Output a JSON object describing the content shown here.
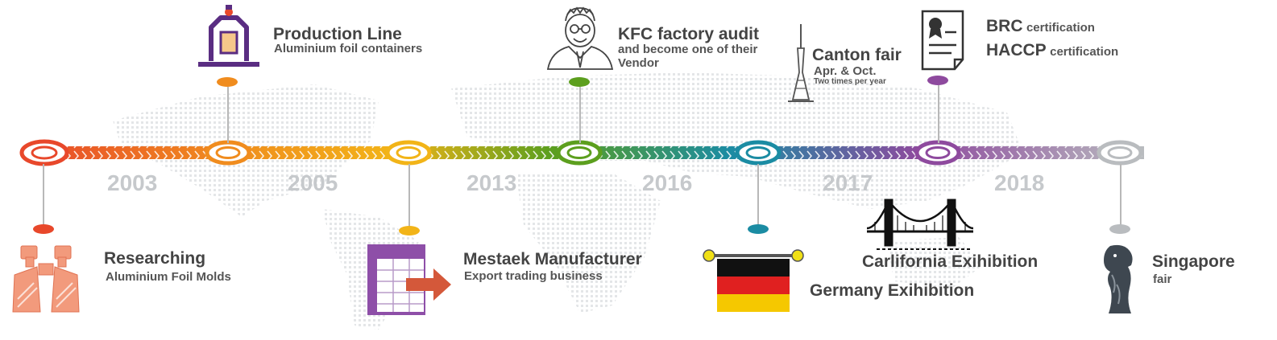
{
  "years": [
    "2003",
    "2005",
    "2013",
    "2016",
    "2017",
    "2018"
  ],
  "milestones": {
    "researching": {
      "title": "Researching",
      "subtitle": "Aluminium Foil Molds",
      "icon": "binoculars-icon",
      "color": "#e8482b"
    },
    "production_line": {
      "title": "Production Line",
      "subtitle": "Aluminium foil containers",
      "icon": "production-machine-icon",
      "color": "#f08c1e"
    },
    "mestaek": {
      "title": "Mestaek Manufacturer",
      "subtitle": "Export trading business",
      "icon": "export-table-icon",
      "color": "#f2b418"
    },
    "kfc": {
      "title": "KFC factory audit",
      "subtitle_line1": "and become one of their",
      "subtitle_line2": "Vendor",
      "icon": "businessman-icon",
      "color": "#5c9f1e"
    },
    "germany": {
      "title": "Germany Exihibition",
      "icon": "germany-flag-icon",
      "color": "#1b8ca3"
    },
    "canton": {
      "title": "Canton fair",
      "subtitle": "Apr. & Oct.",
      "note": "Two times per year",
      "icon": "canton-tower-icon"
    },
    "certification": {
      "brc_title": "BRC",
      "brc_suffix": "certification",
      "haccp_title": "HACCP",
      "haccp_suffix": "certification",
      "icon": "certificate-icon",
      "color": "#8e4a9e"
    },
    "california": {
      "title": "Carlifornia Exihibition",
      "icon": "golden-gate-bridge-icon"
    },
    "singapore": {
      "title": "Singapore",
      "subtitle": "fair",
      "icon": "merlion-icon",
      "color": "#b9bcbf"
    }
  },
  "timeline_colors": [
    "#e8482b",
    "#f08c1e",
    "#f2b418",
    "#5c9f1e",
    "#1b8ca3",
    "#8e4a9e",
    "#b9bcbf"
  ]
}
